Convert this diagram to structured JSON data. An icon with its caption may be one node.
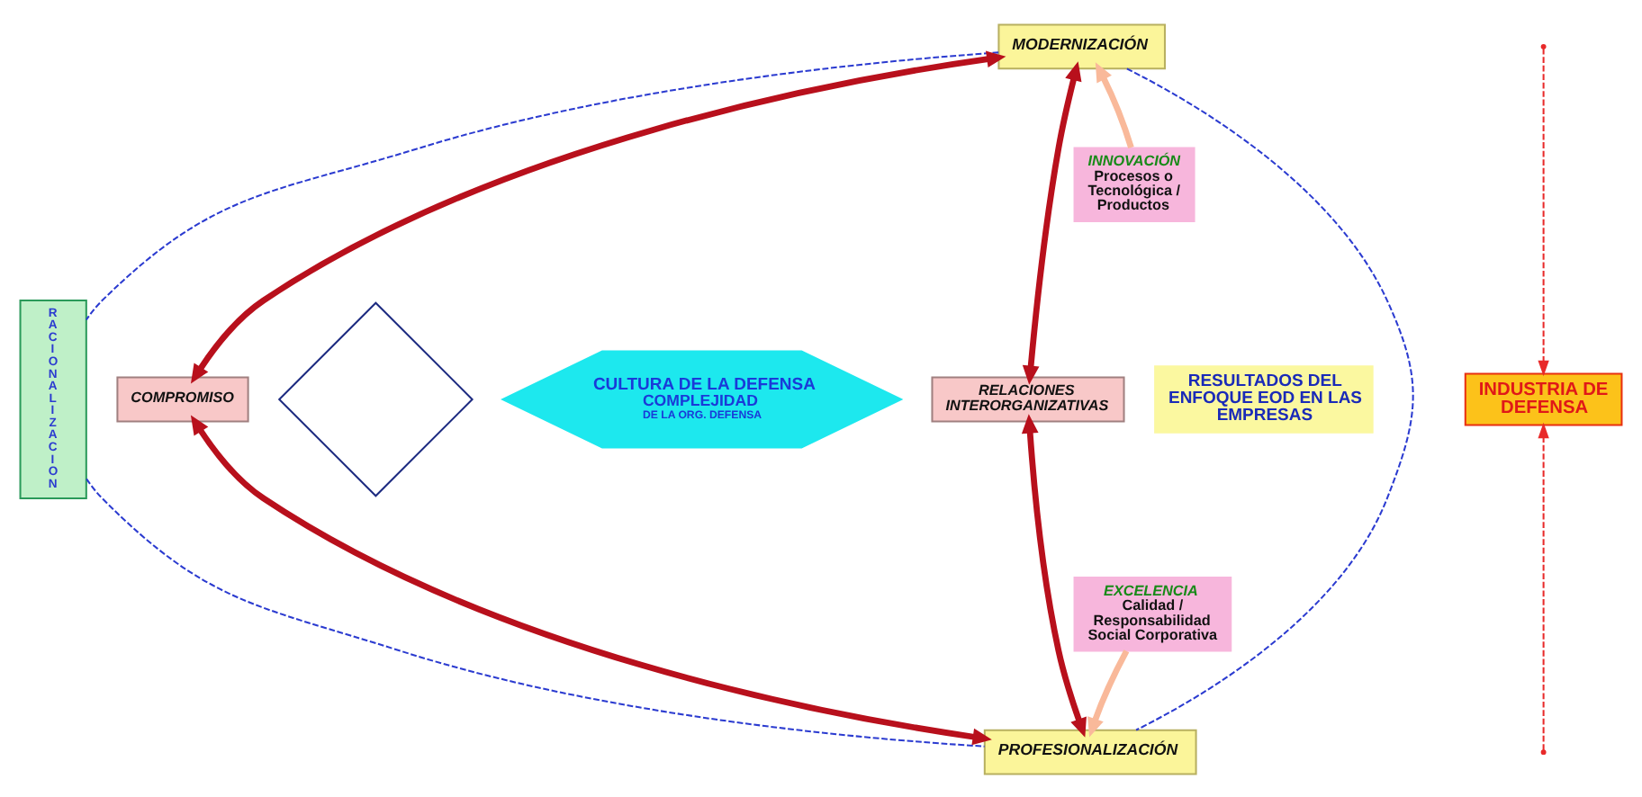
{
  "diagram": {
    "nodes": [
      {
        "text": [
          "MODERNIZACIÓN"
        ]
      },
      {
        "text": [
          "RACIONALIZACION"
        ]
      },
      {
        "text": [],
        "shape": "diamond"
      },
      {
        "text": [
          "CULTURA DE LA DEFENSA",
          "COMPLEJIDAD",
          "DE LA ORG. DEFENSA"
        ]
      },
      {
        "text": [
          "COMPROMISO"
        ]
      },
      {
        "text": [
          "RELACIONES INTERORGANIZATIVAS"
        ]
      },
      {
        "text": [
          "INNOVACIÓN",
          "Procesos o Tecnológica / Productos"
        ]
      },
      {
        "text": [
          "RESULTADOS DEL ENFOQUE EOD EN LAS EMPRESAS"
        ]
      },
      {
        "text": [
          "EXCELENCIA",
          "Calidad / Responsabilidad Social Corporativa"
        ]
      },
      {
        "text": [
          "INDUSTRIA DE DEFENSA"
        ]
      },
      {
        "text": [
          "PROFESIONALIZACIÓN"
        ]
      }
    ],
    "edges": [
      {
        "from": 0,
        "to": 1,
        "arrow": "none",
        "style": "dashed",
        "color": "#2b3bd0"
      },
      {
        "from": 1,
        "to": 10,
        "arrow": "none",
        "style": "dashed",
        "color": "#2b3bd0"
      },
      {
        "from": 0,
        "to": 10,
        "arrow": "none",
        "style": "dashed",
        "color": "#2b3bd0"
      },
      {
        "from": 6,
        "to": 0,
        "arrow": "to",
        "color": "#f9b99a"
      },
      {
        "from": 8,
        "to": 10,
        "arrow": "to",
        "color": "#f9b99a"
      },
      {
        "from": null,
        "to": 9,
        "arrow": "to",
        "style": "dashed",
        "color": "#e82a2a"
      },
      {
        "from": null,
        "to": 9,
        "arrow": "to",
        "style": "dashed",
        "color": "#e82a2a"
      },
      {
        "from": 4,
        "to": 0,
        "arrow": "both",
        "color": "#b8101c"
      },
      {
        "from": 0,
        "to": 5,
        "arrow": "both",
        "color": "#b8101c"
      },
      {
        "from": 4,
        "to": 10,
        "arrow": "both",
        "color": "#b8101c"
      },
      {
        "from": 5,
        "to": 10,
        "arrow": "both",
        "color": "#b8101c"
      }
    ]
  }
}
